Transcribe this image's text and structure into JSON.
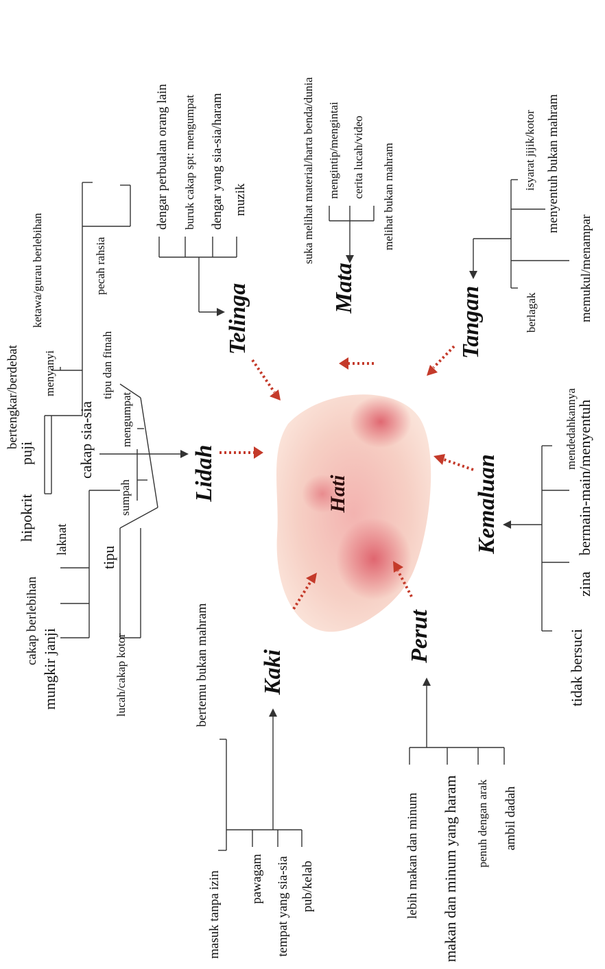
{
  "center": {
    "label": "Hati"
  },
  "organs": {
    "lidah": {
      "label": "Lidah",
      "items": [
        "hipokrit",
        "puji",
        "bertengkar/berdebat",
        "menyanyi",
        "ketawa/gurau berlebihan",
        "pecah rahsia",
        "cakap sia-sia",
        "sumpah",
        "mengumpat",
        "tipu dan fitnah",
        "mungkir janji",
        "cakap berlebihan",
        "laknat",
        "tipu",
        "lucah/cakap kotor"
      ]
    },
    "telinga": {
      "label": "Telinga",
      "items": [
        "dengar perbualan orang lain",
        "buruk cakap spt: mengumpat",
        "dengar yang sia-sia/haram",
        "muzik"
      ]
    },
    "mata": {
      "label": "Mata",
      "items": [
        "suka melihat material/harta benda/dunia",
        "mengintip/mengintai",
        "cerita lucah/video",
        "melihat bukan mahram"
      ]
    },
    "tangan": {
      "label": "Tangan",
      "items": [
        "isyarat jijik/kotor",
        "menyentuh bukan mahram",
        "memukul/menampar",
        "berlagak"
      ]
    },
    "kemaluan": {
      "label": "Kemaluan",
      "items": [
        "mendedahkannya",
        "bermain-main/menyentuh",
        "zina",
        "tidak bersuci"
      ]
    },
    "perut": {
      "label": "Perut",
      "items": [
        "lebih makan dan minum",
        "makan dan minum yang haram",
        "penuh dengan arak",
        "ambil dadah"
      ]
    },
    "kaki": {
      "label": "Kaki",
      "items": [
        "bertemu bukan mahram",
        "masuk tanpa izin",
        "pawagam",
        "tempat yang sia-sia",
        "pub/kelab"
      ]
    }
  },
  "colors": {
    "arrow": "#c43a2a",
    "heart_light": "#f6d2c8",
    "heart_dark": "#e06a72"
  }
}
